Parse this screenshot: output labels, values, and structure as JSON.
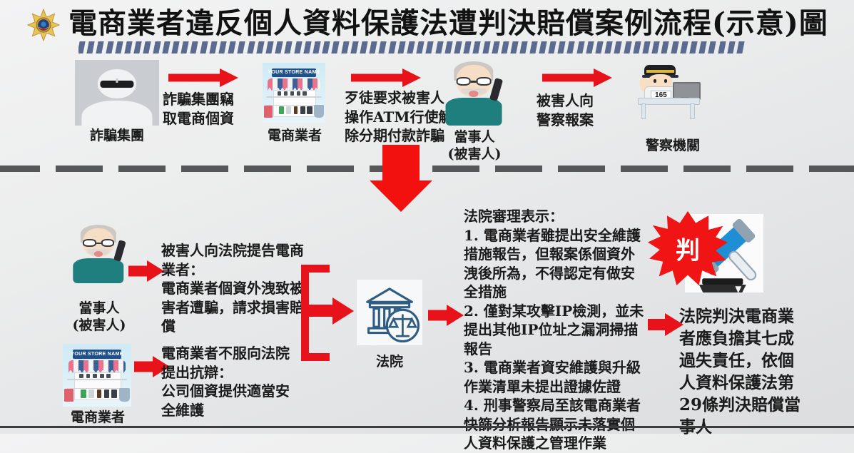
{
  "header": {
    "title": "電商業者違反個人資料保護法遭判決賠償案例流程(示意)圖",
    "badge_icon": "police-badge-icon",
    "ribbon_icon": "decorative-hatch-bar"
  },
  "top_flow": {
    "nodes": [
      {
        "id": "fraud-group",
        "icon": "anonymous-person-icon",
        "caption": "詐騙集團"
      },
      {
        "id": "ecommerce-merchant",
        "icon": "online-store-icon",
        "caption": "電商業者"
      },
      {
        "id": "victim",
        "icon": "elderly-man-on-phone-icon",
        "caption_line1": "當事人",
        "caption_line2": "(被害人)"
      },
      {
        "id": "police-agency",
        "icon": "police-officer-desk-icon",
        "caption": "警察機關",
        "desk_sign": "165"
      }
    ],
    "arrows": [
      {
        "id": "arrow-1",
        "label_line1": "詐騙集團竊",
        "label_line2": "取電商個資"
      },
      {
        "id": "arrow-2",
        "label_line1": "歹徒要求被害人",
        "label_line2": "操作ATM行使解",
        "label_line3": "除分期付款詐騙"
      },
      {
        "id": "arrow-3",
        "label_line1": "被害人向",
        "label_line2": "警察報案"
      }
    ]
  },
  "store_sign_text": "YOUR STORE NAME",
  "lower_flow": {
    "branch_plaintiff": {
      "icon": "elderly-man-on-phone-icon",
      "caption_line1": "當事人",
      "caption_line2": "(被害人)",
      "text_lines": [
        "被害人向法院提告電商",
        "業者：",
        "電商業者個資外洩致被",
        "害者遭騙，請求損害賠",
        "償"
      ]
    },
    "branch_defendant": {
      "icon": "online-store-icon",
      "caption": "電商業者",
      "text_lines": [
        "電商業者不服向法院",
        "提出抗辯：",
        "公司個資提供適當安",
        "全維護"
      ]
    },
    "court": {
      "icon": "courthouse-scales-icon",
      "caption": "法院"
    },
    "court_findings": {
      "heading": "法院審理表示：",
      "items": [
        "1. 電商業者雖提出安全維護",
        "措施報告，但報案係個資外",
        "洩後所為，不得認定有做安",
        "全措施",
        "2. 僅對某攻擊IP檢測，並未",
        "提出其他IP位址之漏洞掃描",
        "報告",
        "3. 電商業者資安維護與升級",
        "作業清單未提出證據佐證",
        "4. 刑事警察局至該電商業者",
        "快篩分析報告顯示未落實個",
        "人資料保護之管理作業"
      ]
    },
    "verdict": {
      "burst_glyph": "判",
      "gavel_icon": "gavel-icon",
      "text_lines": [
        "法院判決電商業",
        "者應負擔其七成",
        "過失責任，依個",
        "人資料保護法第",
        "29條判決賠償當",
        "事人"
      ]
    }
  },
  "colors": {
    "arrow_red": "#e8131a",
    "big_arrow_red": "#f2110f",
    "burst_red": "#f01414",
    "ribbon_blue": "#5b6b90",
    "court_blue": "#2f5d84",
    "divider_gray": "#555759",
    "store_sign_blue": "#20508c",
    "shirt_teal": "#1f7f7e"
  }
}
